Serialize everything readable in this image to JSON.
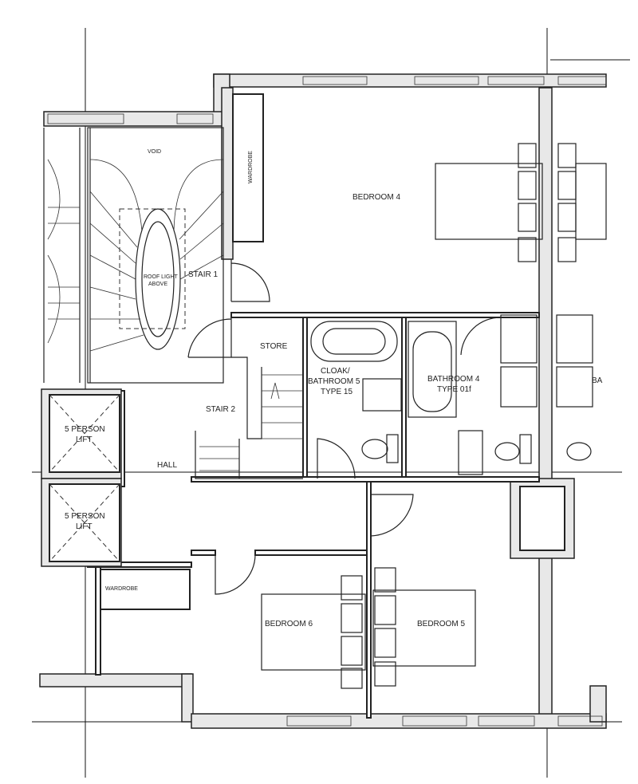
{
  "plan": {
    "rooms": {
      "void": "VOID",
      "wardrobe_upper": "WARDROBE",
      "bedroom4": "BEDROOM 4",
      "roof_light": [
        "ROOF LIGHT",
        "ABOVE"
      ],
      "stair1": "STAIR 1",
      "store": "STORE",
      "cloak_bath5": [
        "CLOAK/",
        "BATHROOM 5",
        "TYPE 15"
      ],
      "bathroom4": [
        "BATHROOM 4",
        "TYPE 01f"
      ],
      "stair2": "STAIR 2",
      "lift1": [
        "5 PERSON",
        "LIFT"
      ],
      "lift2": [
        "5 PERSON",
        "LIFT"
      ],
      "hall": "HALL",
      "wardrobe_lower": "WARDROBE",
      "bedroom6": "BEDROOM 6",
      "bedroom5": "BEDROOM 5",
      "partial_right": "BA"
    }
  }
}
